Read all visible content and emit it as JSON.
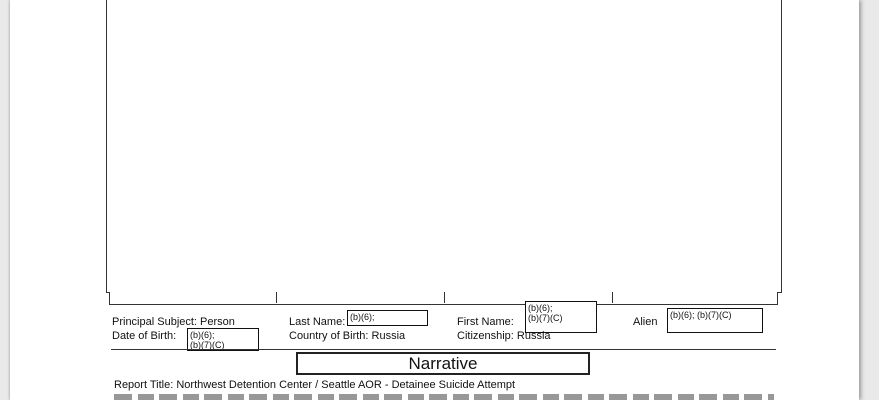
{
  "subject": {
    "principal_label": "Principal Subject: Person",
    "last_name_label": "Last Name:",
    "last_name_value": "(b)(6);",
    "first_name_label": "First Name:",
    "first_name_value": "(b)(6);\n(b)(7)(C)",
    "alien_label": "Alien",
    "alien_value": "(b)(6); (b)(7)(C)",
    "dob_label": "Date of Birth:",
    "dob_value": "(b)(6);\n(b)(7)(C)",
    "country_of_birth": "Country of Birth: Russia",
    "citizenship": "Citizenship: Russia"
  },
  "narrative": {
    "heading": "Narrative",
    "report_title": "Report Title: Northwest Detention Center / Seattle AOR - Detainee Suicide Attempt"
  }
}
